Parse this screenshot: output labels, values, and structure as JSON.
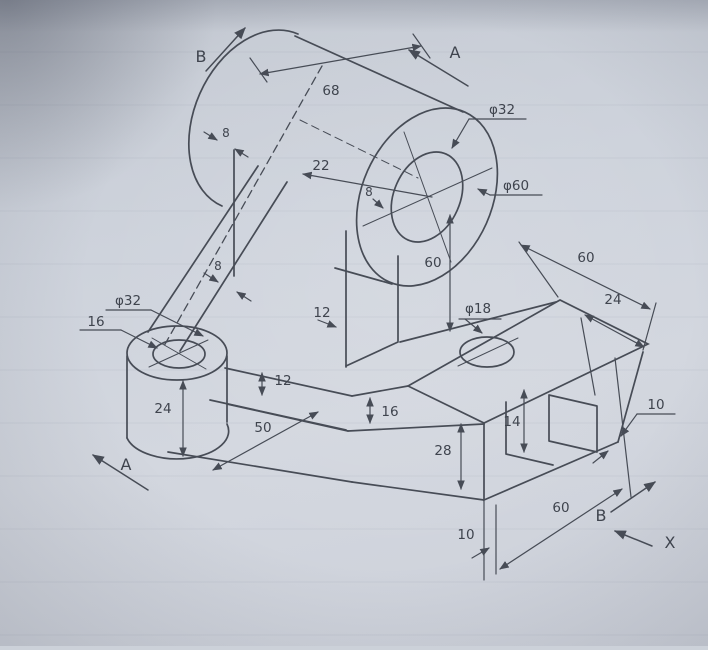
{
  "drawing": {
    "type": "isometric-technical-drawing",
    "section_labels": {
      "b_top": "B",
      "a_top": "A",
      "a_bottom": "A",
      "b_bottom": "B",
      "x_axis": "X"
    },
    "labels": {
      "d68": "68",
      "d8_flange": "8",
      "d8_rib": "8",
      "d8_face": "8",
      "d22": "22",
      "dia32_top": "φ32",
      "dia60": "φ60",
      "d60_vert": "60",
      "d60_diag": "60",
      "d24_notch": "24",
      "dia18": "φ18",
      "dia32_boss": "φ32",
      "d16_bore": "16",
      "d24_boss": "24",
      "d12_web": "12",
      "d12_slab": "12",
      "d16_plate": "16",
      "d50": "50",
      "d28": "28",
      "d14": "14",
      "d10_step": "10",
      "d10_bottom": "10",
      "d60_base": "60"
    },
    "colors": {
      "paper": "#ccd1d9",
      "ink": "#474c56"
    }
  }
}
